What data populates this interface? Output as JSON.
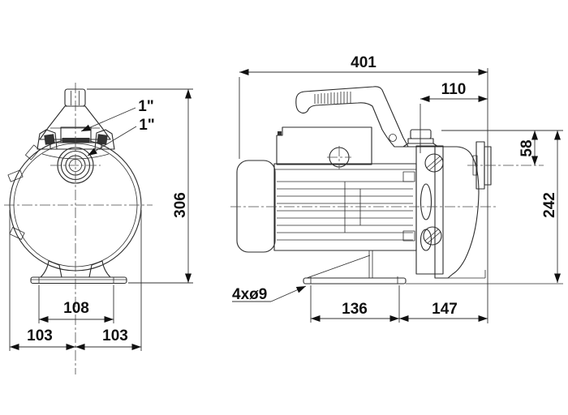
{
  "drawing": {
    "type": "technical dimensional drawing",
    "subject": "jet pump with pressure tank - front and side views",
    "line_color": "#2b2b2b",
    "background_color": "#ffffff",
    "units": "mm"
  },
  "front_view": {
    "port_top_label": "1\"",
    "port_front_label": "1\"",
    "dim_height": "306",
    "dim_foot_holes": "108",
    "dim_half_left": "103",
    "dim_half_right": "103"
  },
  "side_view": {
    "dim_length": "401",
    "dim_plug_offset": "110",
    "dim_port_drop": "58",
    "dim_height": "242",
    "dim_foot_front": "136",
    "dim_foot_rear": "147",
    "holes_label": "4xø9"
  }
}
